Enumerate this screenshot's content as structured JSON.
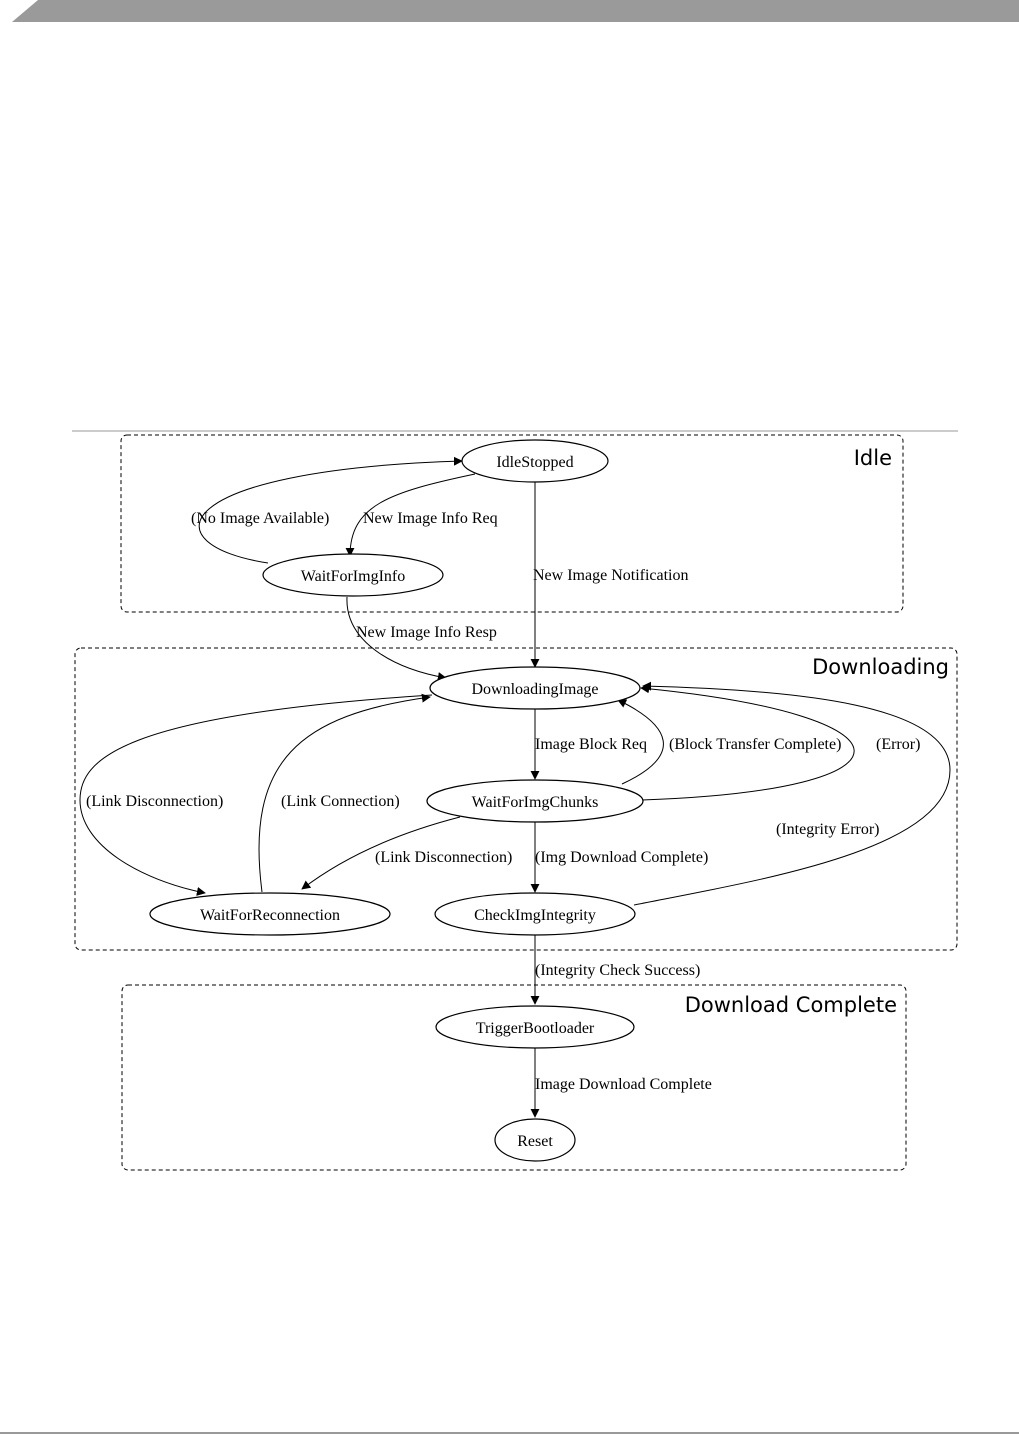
{
  "clusters": {
    "idle": "Idle",
    "downloading": "Downloading",
    "complete": "Download Complete"
  },
  "nodes": {
    "idle_stopped": "IdleStopped",
    "wait_for_img_info": "WaitForImgInfo",
    "downloading_image": "DownloadingImage",
    "wait_for_img_chunks": "WaitForImgChunks",
    "wait_for_reconnection": "WaitForReconnection",
    "check_img_integrity": "CheckImgIntegrity",
    "trigger_bootloader": "TriggerBootloader",
    "reset": "Reset"
  },
  "edges": {
    "no_image_available": "(No Image Available)",
    "new_image_info_req": "New Image Info Req",
    "new_image_notification": "New Image Notification",
    "new_image_info_resp": "New Image Info Resp",
    "image_block_req": "Image Block Req",
    "block_transfer_complete": "(Block Transfer Complete)",
    "error": "(Error)",
    "link_disconnection_left": "(Link Disconnection)",
    "link_connection": "(Link Connection)",
    "integrity_error": "(Integrity Error)",
    "link_disconnection_mid": "(Link Disconnection)",
    "img_download_complete": "(Img Download Complete)",
    "integrity_check_success": "(Integrity Check Success)",
    "image_download_complete": "Image Download Complete"
  }
}
